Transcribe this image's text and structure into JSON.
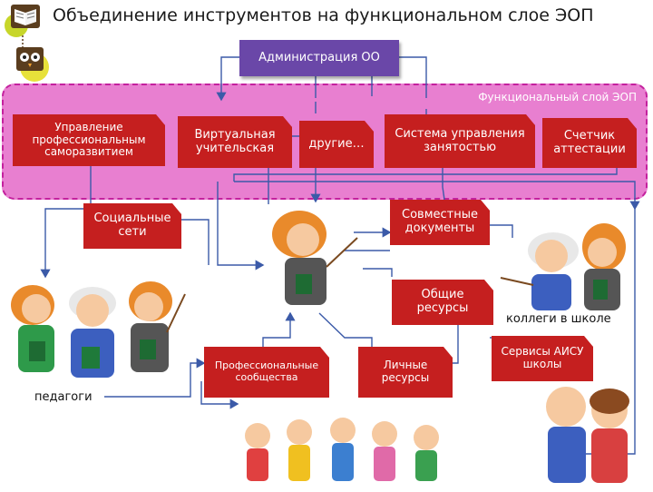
{
  "title": "Объединение инструментов на функциональном слое ЭОП",
  "admin_box": "Администрация ОО",
  "layer_label": "Функциональный слой ЭОП",
  "layer_boxes": {
    "prof_dev": "Управление профессиональным саморазвитием",
    "virtual_teacher": "Виртуальная учительская",
    "others": "другие…",
    "employment": "Система управления занятостью",
    "attestation": "Счетчик аттестации"
  },
  "lower_boxes": {
    "social": "Социальные сети",
    "joint_docs": "Совместные документы",
    "shared_res": "Общие ресурсы",
    "prof_comm": "Профессиональные сообщества",
    "personal_res": "Личные ресурсы",
    "aisu": "Сервисы АИСУ школы"
  },
  "captions": {
    "teachers": "педагоги",
    "colleagues": "коллеги в школе"
  },
  "colors": {
    "box_red": "#c51f1f",
    "admin_purple": "#6a47a8",
    "layer_pink": "#e87fd0",
    "connector_blue": "#3b5aa8"
  }
}
